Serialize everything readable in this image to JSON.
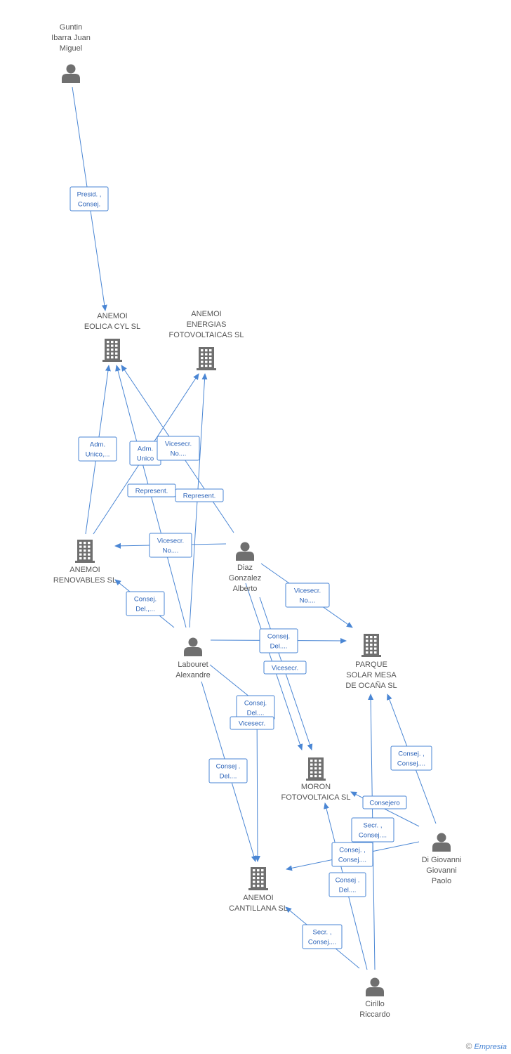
{
  "nodes": [
    {
      "id": "guntin",
      "type": "person",
      "label": [
        "Guntin",
        "Ibarra Juan",
        "Miguel"
      ]
    },
    {
      "id": "eolica",
      "type": "company",
      "label": [
        "ANEMOI",
        "EOLICA CYL  SL"
      ]
    },
    {
      "id": "energias",
      "type": "company",
      "label": [
        "ANEMOI",
        "ENERGIAS",
        "FOTOVOLTAICAS SL"
      ]
    },
    {
      "id": "renovables",
      "type": "company",
      "label": [
        "ANEMOI",
        "RENOVABLES SL"
      ]
    },
    {
      "id": "diaz",
      "type": "person",
      "label": [
        "Diaz",
        "Gonzalez",
        "Alberto"
      ]
    },
    {
      "id": "labouret",
      "type": "person",
      "label": [
        "Labouret",
        "Alexandre"
      ]
    },
    {
      "id": "parque",
      "type": "company",
      "label": [
        "PARQUE",
        "SOLAR MESA",
        "DE OCAÑA SL"
      ]
    },
    {
      "id": "moron",
      "type": "company",
      "label": [
        "MORON",
        "FOTOVOLTAICA SL"
      ]
    },
    {
      "id": "cantillana",
      "type": "company",
      "label": [
        "ANEMOI",
        "CANTILLANA SL"
      ]
    },
    {
      "id": "digiovanni",
      "type": "person",
      "label": [
        "Di Giovanni",
        "Giovanni",
        "Paolo"
      ]
    },
    {
      "id": "cirillo",
      "type": "person",
      "label": [
        "Cirillo",
        "Riccardo"
      ]
    }
  ],
  "edges": [
    {
      "id": "e1",
      "label": [
        "Presid. ,",
        "Consej."
      ]
    },
    {
      "id": "e2",
      "label": [
        "Adm.",
        "Unico,..."
      ]
    },
    {
      "id": "e3",
      "label": [
        "Adm.",
        "Unico"
      ]
    },
    {
      "id": "e4",
      "label": [
        "Vicesecr.",
        "No...."
      ]
    },
    {
      "id": "e5",
      "label": [
        "Represent."
      ]
    },
    {
      "id": "e6",
      "label": [
        "Represent."
      ]
    },
    {
      "id": "e7",
      "label": [
        "Vicesecr.",
        "No...."
      ]
    },
    {
      "id": "e8",
      "label": [
        "Consej.",
        "Del.,..."
      ]
    },
    {
      "id": "e9",
      "label": [
        "Vicesecr.",
        "No...."
      ]
    },
    {
      "id": "e10",
      "label": [
        "Consej.",
        "Del...."
      ]
    },
    {
      "id": "e11",
      "label": [
        "Vicesecr."
      ]
    },
    {
      "id": "e12",
      "label": [
        "Consej.",
        "Del...."
      ]
    },
    {
      "id": "e13",
      "label": [
        "Vicesecr."
      ]
    },
    {
      "id": "e14",
      "label": [
        "Consej .",
        "Del...."
      ]
    },
    {
      "id": "e15",
      "label": [
        "Consej. ,",
        "Consej...."
      ]
    },
    {
      "id": "e16",
      "label": [
        "Consejero"
      ]
    },
    {
      "id": "e17",
      "label": [
        "Secr. ,",
        "Consej...."
      ]
    },
    {
      "id": "e18",
      "label": [
        "Consej. ,",
        "Consej...."
      ]
    },
    {
      "id": "e19",
      "label": [
        "Consej .",
        "Del...."
      ]
    },
    {
      "id": "e20",
      "label": [
        "Secr. ,",
        "Consej...."
      ]
    }
  ],
  "footer": {
    "copyright": "©",
    "brand": "Empresia"
  },
  "colors": {
    "edge": "#4a86d4",
    "icon": "#6f6f6f",
    "text": "#555555"
  }
}
